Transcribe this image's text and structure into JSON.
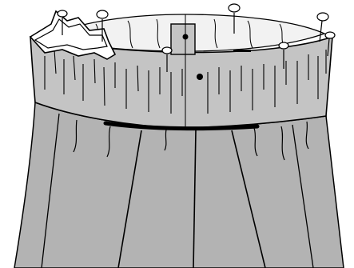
{
  "figure": {
    "subject": "skirt-waistband-pinned-illustration",
    "style": "black-and-white-line-drawing",
    "colors": {
      "ink": "#000000",
      "skirt_fill": "#b3b3b3",
      "waistband_fill": "#c4c4c4",
      "inner_fill": "#f2f2f2",
      "paper": "#ffffff"
    },
    "pins": {
      "count": 7
    },
    "markers": {
      "count": 2
    }
  }
}
